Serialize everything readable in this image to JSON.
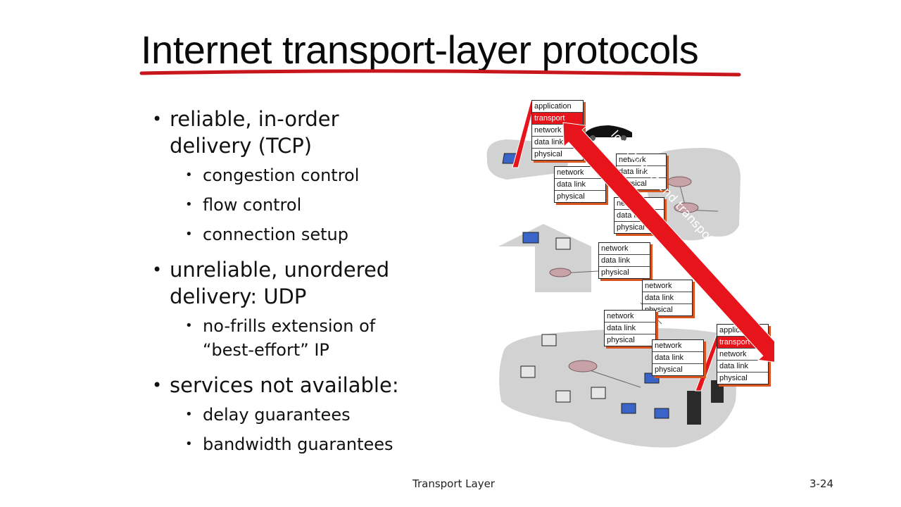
{
  "slide": {
    "title": "Internet transport-layer protocols",
    "bullets": [
      {
        "text": "reliable, in-order delivery (TCP)",
        "line1": "reliable, in-order",
        "line2": "delivery (TCP)",
        "sub": [
          "congestion control",
          "flow control",
          "connection setup"
        ]
      },
      {
        "text": "unreliable, unordered delivery: UDP",
        "line1": "unreliable, unordered",
        "line2": "delivery: UDP",
        "sub_line1": "no-frills extension of",
        "sub_line2": "“best-effort” IP"
      },
      {
        "text": "services not available:",
        "sub": [
          "delay guarantees",
          "bandwidth guarantees"
        ]
      }
    ],
    "footer_center": "Transport Layer",
    "footer_right": "3-24"
  },
  "diagram": {
    "arrow_label": "logical end-end transport",
    "colors": {
      "accent": "#e8141c",
      "cloud": "#d2d2d2",
      "stack_shadow": "#d9541e",
      "router": "#c7a3a8"
    },
    "layers": {
      "application": "application",
      "transport": "transport",
      "network": "network",
      "data_link": "data link",
      "physical": "physical"
    }
  }
}
